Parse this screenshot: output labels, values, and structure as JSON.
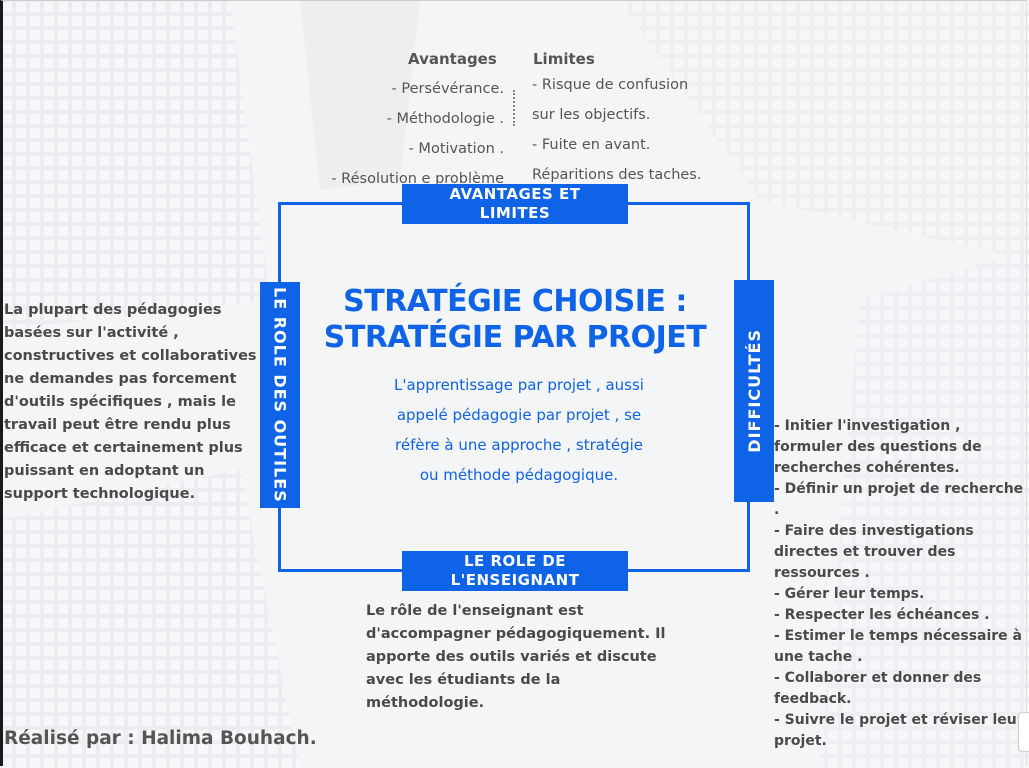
{
  "advantages": {
    "title": "Avantages",
    "items": [
      "- Persévérance.",
      "- Méthodologie .",
      "- Motivation .",
      "- Résolution e problème"
    ]
  },
  "limits": {
    "title": "Limites",
    "items": [
      "- Risque de confusion",
      "sur les objectifs.",
      "- Fuite en avant.",
      "Réparitions des taches."
    ]
  },
  "banners": {
    "top_line1": "AVANTAGES ET",
    "top_line2": "LIMITES",
    "bottom_line1": "LE ROLE DE",
    "bottom_line2": "L'ENSEIGNANT",
    "left": "LE ROLE DES OUTILES",
    "right": "DIFFICULTÉS"
  },
  "center": {
    "title_line1": "STRATÉGIE CHOISIE :",
    "title_line2": "STRATÉGIE PAR PROJET",
    "desc_line1": "L'apprentissage par projet , aussi",
    "desc_line2": "appelé pédagogie par projet , se",
    "desc_line3": "réfère à une approche , stratégie",
    "desc_line4": "ou méthode pédagogique."
  },
  "tools_text": "La plupart des pédagogies basées sur l'activité , constructives et collaboratives ne demandes pas forcement d'outils spécifiques , mais le travail peut être rendu plus efficace et certainement plus puissant en adoptant un support technologique.",
  "difficulties": [
    "- Initier l'investigation , formuler des questions de recherches cohérentes.",
    "- Définir un projet de recherche .",
    "- Faire des investigations directes et trouver des ressources .",
    "- Gérer leur temps.",
    "- Respecter les échéances .",
    "- Estimer le temps nécessaire à une tache .",
    "- Collaborer et donner des feedback.",
    "- Suivre le projet et réviser leur projet."
  ],
  "teacher_text": "Le rôle de l'enseignant est d'accompagner pédagogiquement. Il apporte des outils variés et discute avec les étudiants de la méthodologie.",
  "author": "Réalisé par : Halima Bouhach.",
  "colors": {
    "accent": "#0f63e6",
    "text": "#4a4a4a"
  }
}
